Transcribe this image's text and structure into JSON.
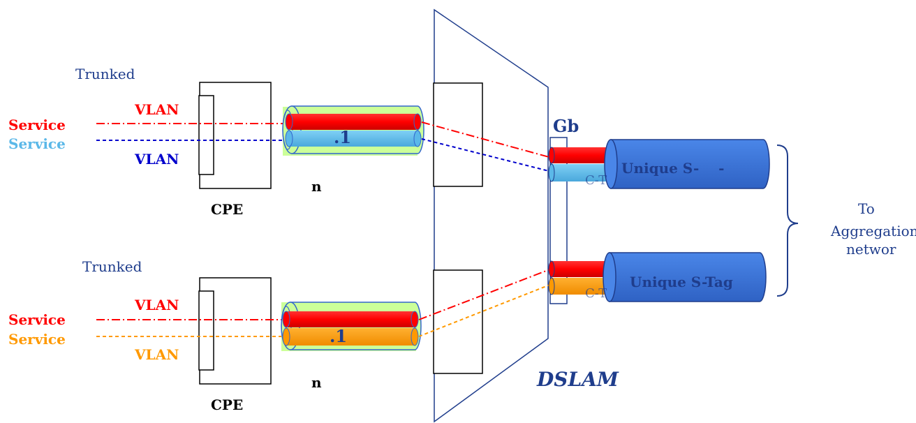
{
  "colors": {
    "red": "#ff0000",
    "light_blue": "#5bb8e8",
    "dark_blue": "#0000cc",
    "orange": "#ff9900",
    "navy_text": "#1f3d8c",
    "royal_blue": "#3366cc",
    "tunnel_green": "#ccff99"
  },
  "top": {
    "trunked_label": "Trunked",
    "vlan_top_label": "VLAN",
    "service_a": "Service",
    "service_b": "Service",
    "vlan_bottom_label": "VLAN",
    "cable_label": ".1",
    "n_label": "n",
    "cpe_label": "CPE"
  },
  "bottom": {
    "trunked_label": "Trunked",
    "vlan_top_label": "VLAN",
    "service_a": "Service",
    "service_b": "Service",
    "vlan_bottom_label": "VLAN",
    "cable_label": ".1",
    "n_label": "n",
    "cpe_label": "CPE"
  },
  "dslam": {
    "label": "DSLAM",
    "gb_label": "Gb"
  },
  "uplinks": {
    "top_tag": "Unique S-    -",
    "bottom_tag": "Unique S-Tag",
    "c_tag_glyph": "C-T"
  },
  "aggregation": {
    "line1": "To",
    "line2": "Aggregation",
    "line3": "networ"
  }
}
